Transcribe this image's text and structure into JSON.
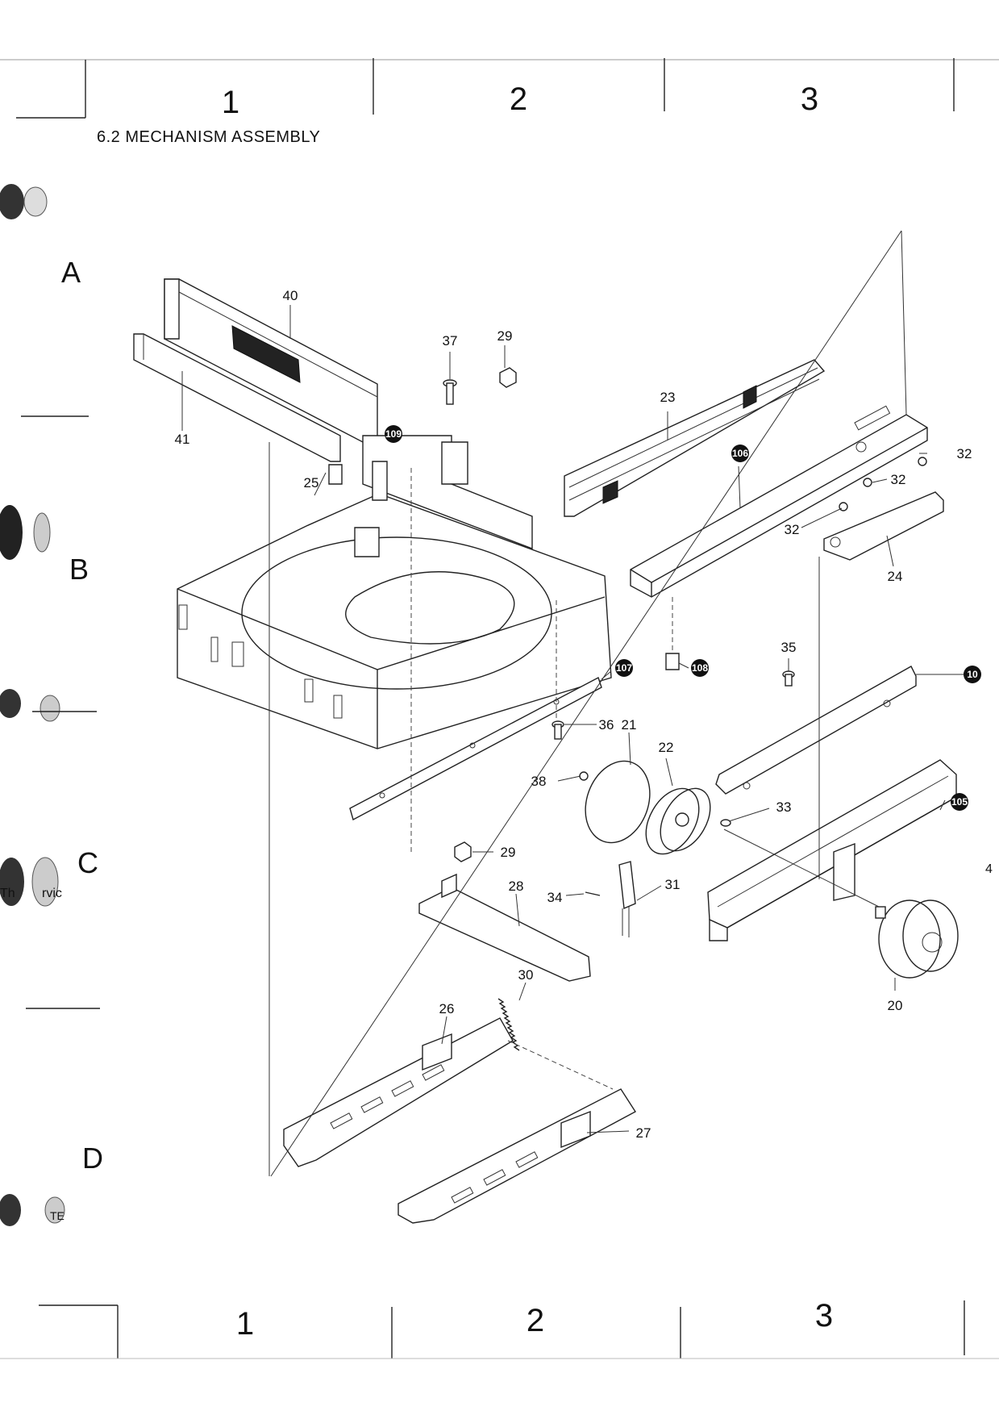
{
  "section_title": "6.2 MECHANISM ASSEMBLY",
  "column_labels": [
    "1",
    "2",
    "3"
  ],
  "row_labels": [
    "A",
    "B",
    "C",
    "D"
  ],
  "margin_page_ref": "4",
  "binder_text": [
    "Th",
    "rvic",
    "TE"
  ],
  "part_numbers": [
    "40",
    "41",
    "37",
    "29",
    "23",
    "106",
    "32",
    "32",
    "32",
    "24",
    "109",
    "25",
    "108",
    "35",
    "107",
    "36",
    "21",
    "22",
    "38",
    "33",
    "105",
    "29",
    "28",
    "34",
    "31",
    "20",
    "30",
    "26",
    "27"
  ],
  "reference_markers": [
    "109",
    "106",
    "107",
    "108",
    "105",
    "10"
  ]
}
